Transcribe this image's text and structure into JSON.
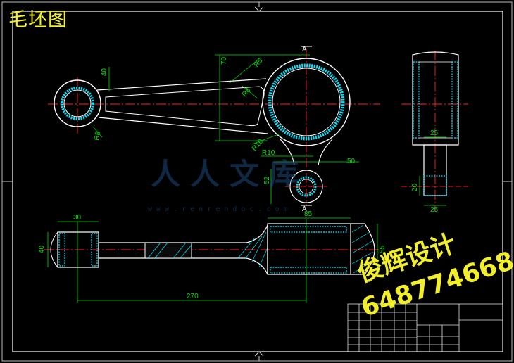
{
  "title": "毛坯图",
  "dims": {
    "d70": "70",
    "r5": "R5",
    "r6": "R6",
    "d40_top": "40",
    "r8": "R8",
    "r10a": "R10",
    "r10b": "R10",
    "d50": "50",
    "d52": "52",
    "d25a": "25",
    "d20": "20",
    "d25b": "25",
    "d30": "30",
    "d40_side": "40",
    "d85": "85",
    "d55": "55",
    "d270": "270"
  },
  "section_marks": {
    "a_top": "A",
    "a_bottom": "A"
  },
  "watermark": {
    "site_chars": "人人文库",
    "url": "w w w . r e n r e n d o c . c o m",
    "brand": "俊辉设计",
    "phone": "648774668"
  },
  "colors": {
    "background": "#000000",
    "outline": "#ffffff",
    "dimension": "#00e000",
    "centerline": "#ff2020",
    "hatch": "#00e5ff",
    "title": "#f2ee2a"
  }
}
